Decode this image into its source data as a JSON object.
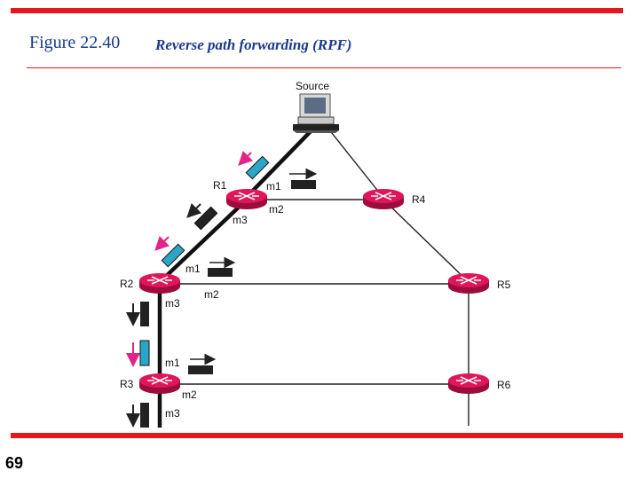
{
  "header": {
    "figure_number": "Figure 22.40",
    "figure_title": "Reverse path forwarding (RPF)"
  },
  "footer": {
    "page_number": "69"
  },
  "diagram": {
    "source_label": "Source",
    "routers": [
      "R1",
      "R2",
      "R3",
      "R4",
      "R5",
      "R6"
    ],
    "interfaces": {
      "r1_m1": "m1",
      "r1_m2": "m2",
      "r1_m3": "m3",
      "r2_m1": "m1",
      "r2_m2": "m2",
      "r2_m3": "m3",
      "r3_m1": "m1",
      "r3_m2": "m2",
      "r3_m3": "m3"
    },
    "colors": {
      "accent_red": "#e8151c",
      "accepted_packet": "#2aa6c9",
      "discarded_packet": "#222222",
      "arrow_magenta": "#e0258a",
      "router": "#e0155a"
    }
  }
}
